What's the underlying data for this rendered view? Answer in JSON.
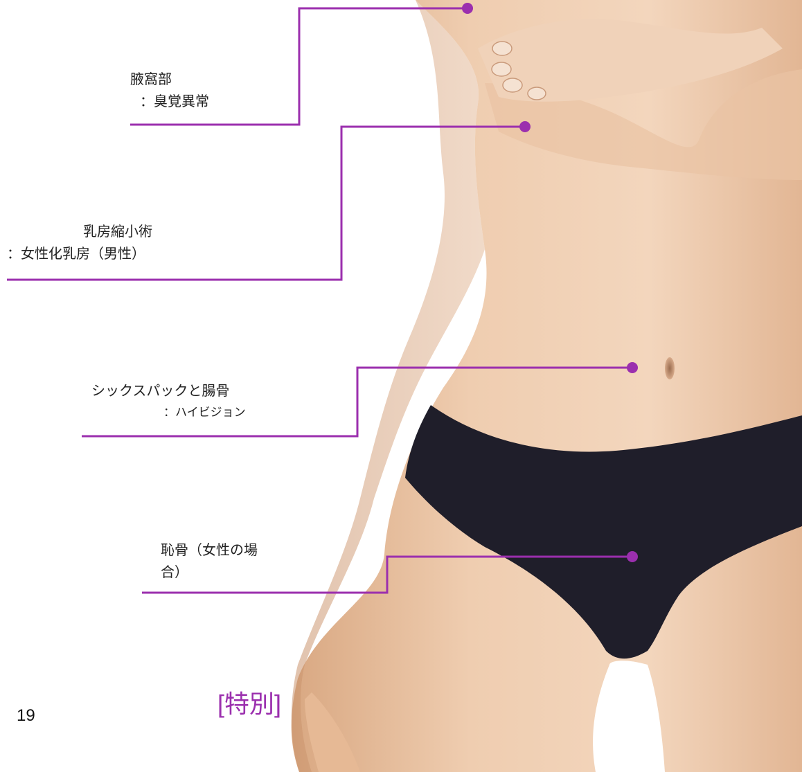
{
  "accent_color": "#9b2fae",
  "callouts": [
    {
      "id": "armpit",
      "title": "腋窩部",
      "detail": "：臭覚異常"
    },
    {
      "id": "breast",
      "title": "乳房縮小術",
      "detail": "：女性化乳房（男性）"
    },
    {
      "id": "sixpack",
      "title": "シックスパックと腸骨",
      "detail": "：ハイビジョン"
    },
    {
      "id": "pubic",
      "title": "恥骨（女性の場",
      "detail": "合）"
    }
  ],
  "special_tag": "[特別]",
  "page_number": "19"
}
